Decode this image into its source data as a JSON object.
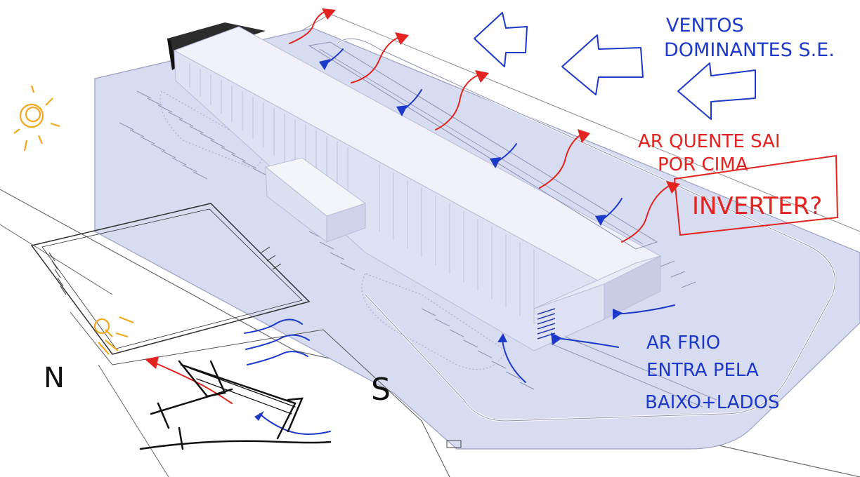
{
  "colors": {
    "site": "#d7dcf1",
    "site_edge": "#9aa0c2",
    "building_roof": "#f0f1fa",
    "building_side": "#dfe2f2",
    "building_dark": "#c6cbe4",
    "warm_air": "#e3231f",
    "cool_air": "#1d39c9",
    "wind": "#1d39c9",
    "sun": "#f2a81d",
    "ink": "#111111",
    "label_red": "#e3231f",
    "label_blue": "#1d39c9"
  },
  "annotations": {
    "wind_line1": "VENTOS",
    "wind_line2": "DOMINANTES S.E.",
    "hot_air_line1": "AR QUENTE SAI",
    "hot_air_line2": "POR CIMA",
    "invert_note": "INVERTER?",
    "cold_air_line1": "AR FRIO",
    "cold_air_line2": "ENTRA PELA",
    "cold_air_line3": "BAIXO+LADOS",
    "north": "N",
    "south": "S"
  },
  "icons": {
    "sun_top": "sun-icon",
    "sun_bottom": "sun-icon",
    "wind_arrow": "wind-arrow-icon"
  }
}
